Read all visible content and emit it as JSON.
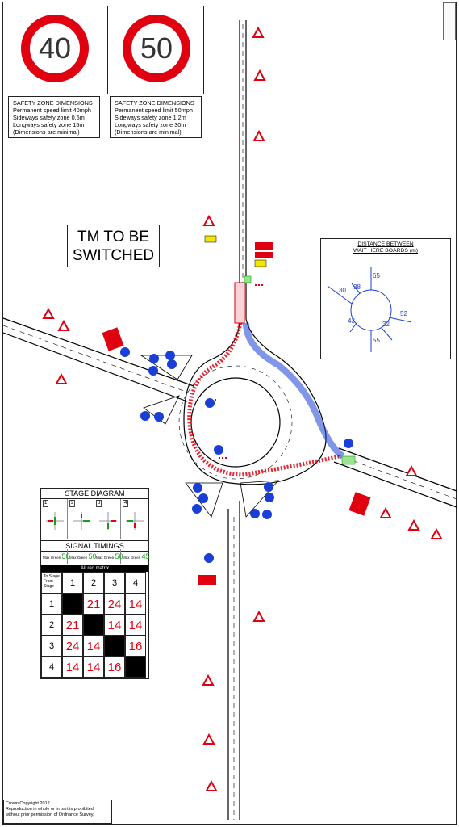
{
  "speed_signs": [
    {
      "limit": "40",
      "zone": {
        "title": "SAFETY ZONE DIMENSIONS",
        "line1": "Permanent speed limit 40mph",
        "line2": "Sideways safety zone    0.5m",
        "line3": "Longways safety zone    15m",
        "note": "(Dimensions are minimal)"
      }
    },
    {
      "limit": "50",
      "zone": {
        "title": "SAFETY ZONE DIMENSIONS",
        "line1": "Permanent speed limit 50mph",
        "line2": "Sideways safety zone    1.2m",
        "line3": "Longways safety zone    30m",
        "note": "(Dimensions are minimal)"
      }
    }
  ],
  "tm_notice": {
    "line1": "TM TO BE",
    "line2": "SWITCHED"
  },
  "distance_panel": {
    "title_line1": "DISTANCE BETWEEN",
    "title_line2": "WAIT HERE BOARDS (m)",
    "values": [
      "65",
      "38",
      "30",
      "52",
      "32",
      "43",
      "55"
    ]
  },
  "stage_diagram": {
    "title": "STAGE DIAGRAM",
    "stages": [
      "1",
      "2",
      "3",
      "4"
    ]
  },
  "signal_timings": {
    "title": "SIGNAL TIMINGS",
    "max_green_label": "Max Green",
    "max_green": [
      "50",
      "50",
      "50",
      "45"
    ],
    "all_red_title": "All red matrix",
    "corner_to": "To Stage",
    "corner_from": "From Stage",
    "columns": [
      "1",
      "2",
      "3",
      "4"
    ],
    "rows": [
      {
        "label": "1",
        "cells": [
          "",
          "21",
          "24",
          "14"
        ]
      },
      {
        "label": "2",
        "cells": [
          "21",
          "",
          "14",
          "14"
        ]
      },
      {
        "label": "3",
        "cells": [
          "24",
          "14",
          "",
          "16"
        ]
      },
      {
        "label": "4",
        "cells": [
          "14",
          "14",
          "16",
          ""
        ]
      }
    ]
  },
  "copyright": {
    "line1": "Crown Copyright 2012",
    "line2": "Reproduction in whole or in part is prohibited",
    "line3": "without prior permission of Ordnance Survey."
  },
  "colors": {
    "red": "#e0000f",
    "blue": "#1a3fd6",
    "green": "#17a01a",
    "yellow": "#f2e600"
  }
}
